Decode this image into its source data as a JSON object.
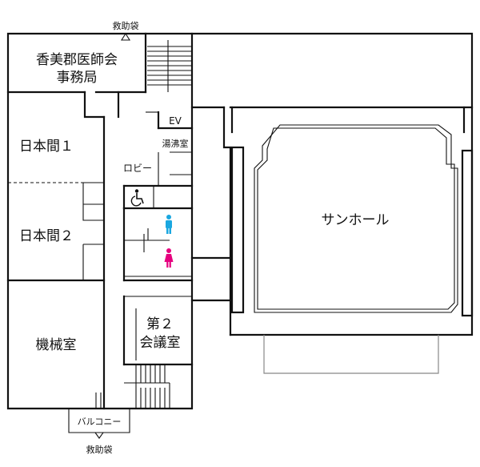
{
  "labels": {
    "emergency_chute_top": "救助袋",
    "office": [
      "香美郡医師会",
      "事務局"
    ],
    "ev": "EV",
    "kitchenette": "湯沸室",
    "lobby": "ロビー",
    "room1": "日本間１",
    "room2": "日本間２",
    "hall": "サンホール",
    "conf": [
      "第２",
      "会議室"
    ],
    "machine": "機械室",
    "balcony": "バルコニー",
    "emergency_chute_bottom": "救助袋"
  },
  "colors": {
    "wall": "#111111",
    "grey": "#888888",
    "male_restroom": "#1aa7e0",
    "female_restroom": "#e6007e"
  },
  "icons": {
    "wheelchair": "wheelchair-icon",
    "male": "male-restroom-icon",
    "female": "female-restroom-icon"
  }
}
